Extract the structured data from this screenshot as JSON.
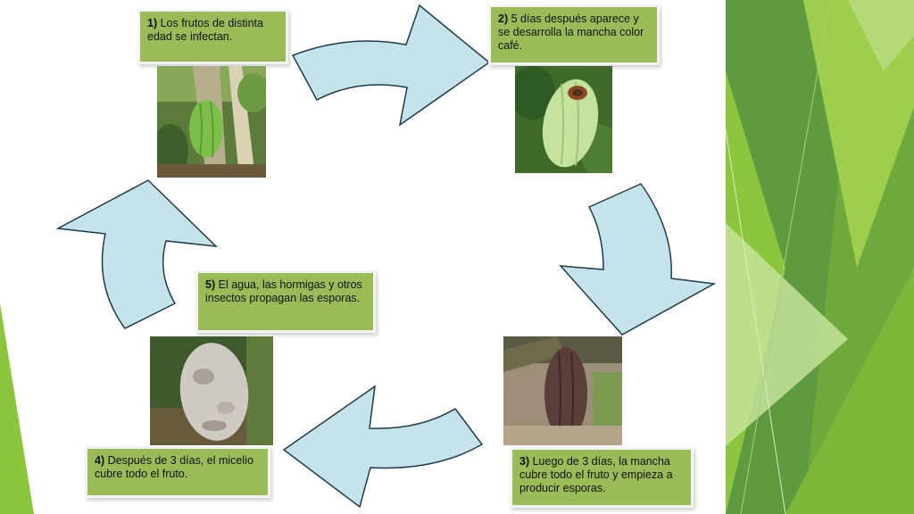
{
  "steps": [
    {
      "num": "1)",
      "text": "Los frutos de distinta edad se infectan."
    },
    {
      "num": "2)",
      "text": "5 días después aparece y se desarrolla la mancha color café."
    },
    {
      "num": "3)",
      "text": "Luego de 3 días, la mancha cubre todo el fruto y empieza a producir esporas."
    },
    {
      "num": "4)",
      "text": "Después de 3 días, el micelio cubre todo el fruto."
    },
    {
      "num": "5)",
      "text": "El agua, las hormigas y otros insectos propagan las esporas."
    }
  ],
  "colors": {
    "caption_bg": "#9bbb59",
    "arrow_fill": "#c6e2ea",
    "arrow_stroke": "#1f3b4a",
    "deco_greens": [
      "#5e9a3f",
      "#7db83a",
      "#9dcf4c",
      "#c6e39a"
    ]
  }
}
